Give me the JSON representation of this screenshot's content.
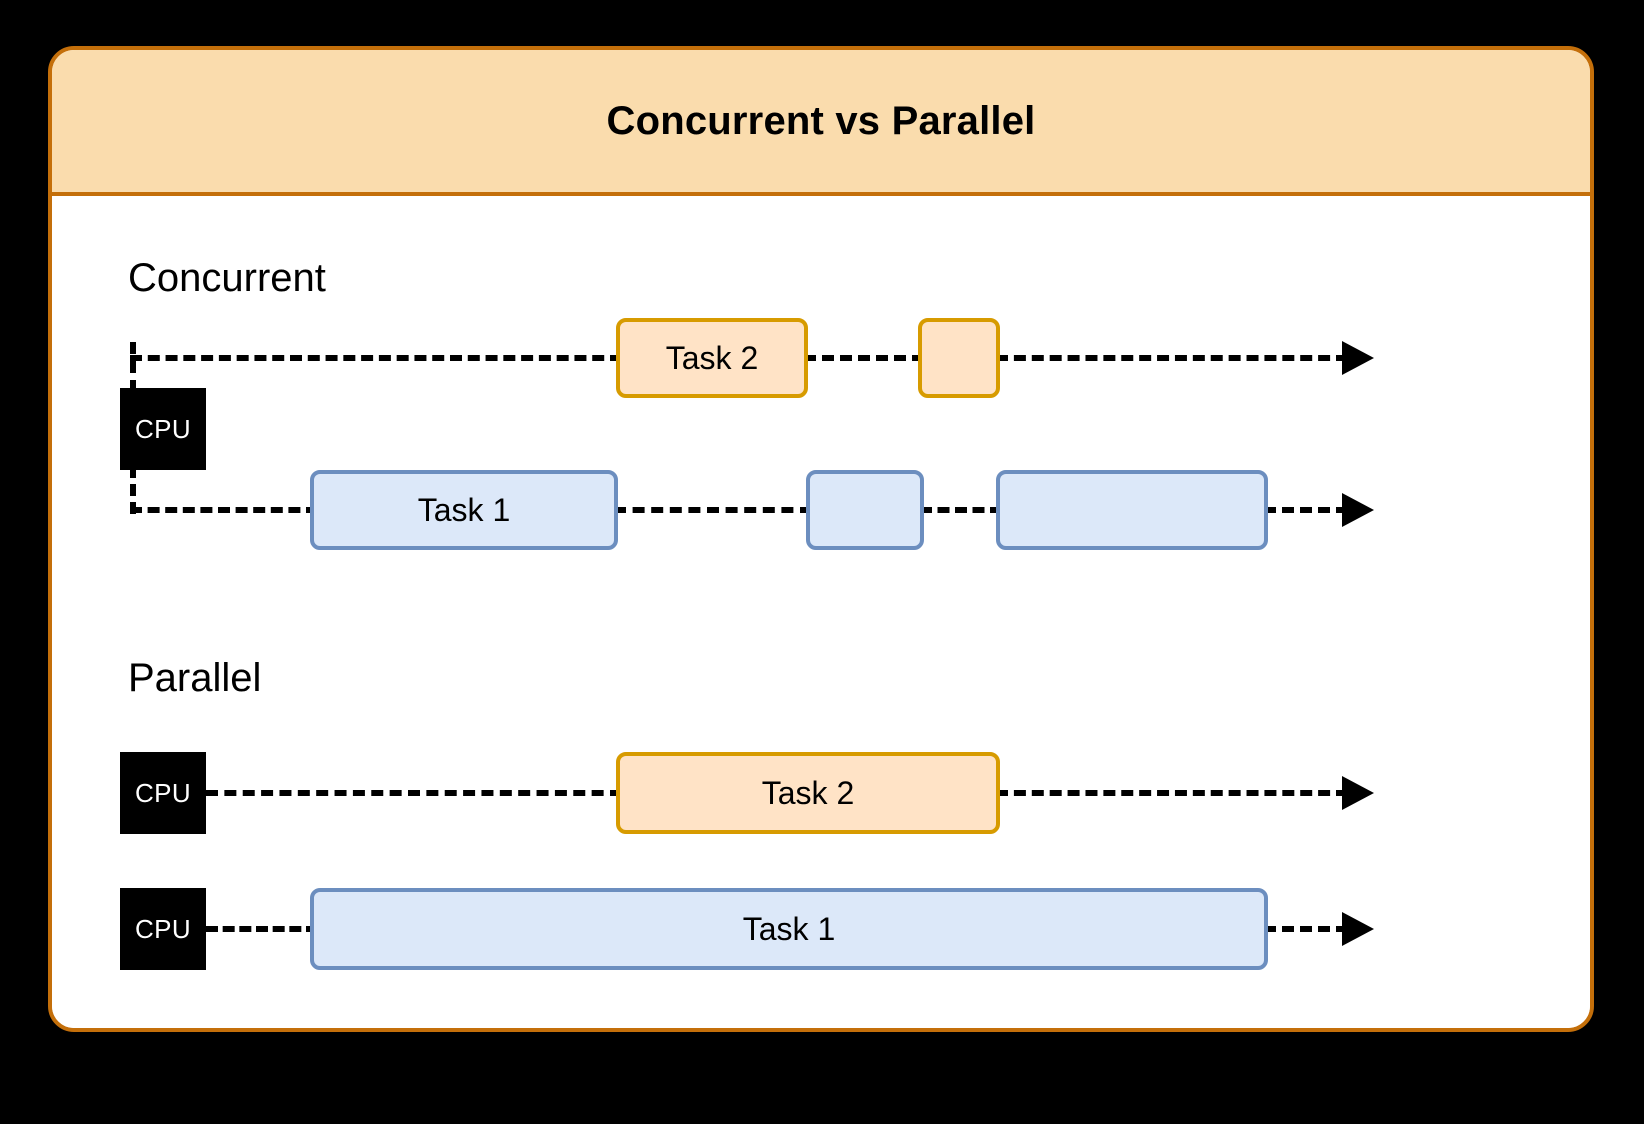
{
  "diagram": {
    "title": "Concurrent vs Parallel",
    "frame_border_color": "#c46f0a",
    "header_fill_color": "#fadcad",
    "body_fill_color": "#ffffff",
    "outer_background_color": "#000000"
  },
  "palette": {
    "task_orange_fill": "#ffe3c6",
    "task_orange_border": "#d79b00",
    "task_blue_fill": "#dce8f9",
    "task_blue_border": "#6c8ebf",
    "cpu_fill": "#000000",
    "cpu_text": "#ffffff",
    "timeline_color": "#000000"
  },
  "sections": [
    {
      "id": "concurrent",
      "label": "Concurrent",
      "cpus": [
        {
          "label": "CPU",
          "name": "cpu-concurrent"
        }
      ],
      "lanes": [
        {
          "id": "concurrent-lane-task2",
          "color": "orange",
          "blocks": [
            {
              "label": "Task 2",
              "name": "concurrent-task2-block-1"
            },
            {
              "label": "",
              "name": "concurrent-task2-block-2"
            }
          ]
        },
        {
          "id": "concurrent-lane-task1",
          "color": "blue",
          "blocks": [
            {
              "label": "Task 1",
              "name": "concurrent-task1-block-1"
            },
            {
              "label": "",
              "name": "concurrent-task1-block-2"
            },
            {
              "label": "",
              "name": "concurrent-task1-block-3"
            }
          ]
        }
      ]
    },
    {
      "id": "parallel",
      "label": "Parallel",
      "cpus": [
        {
          "label": "CPU",
          "name": "cpu-parallel-1"
        },
        {
          "label": "CPU",
          "name": "cpu-parallel-2"
        }
      ],
      "lanes": [
        {
          "id": "parallel-lane-task2",
          "color": "orange",
          "blocks": [
            {
              "label": "Task 2",
              "name": "parallel-task2-block-1"
            }
          ]
        },
        {
          "id": "parallel-lane-task1",
          "color": "blue",
          "blocks": [
            {
              "label": "Task 1",
              "name": "parallel-task1-block-1"
            }
          ]
        }
      ]
    }
  ]
}
